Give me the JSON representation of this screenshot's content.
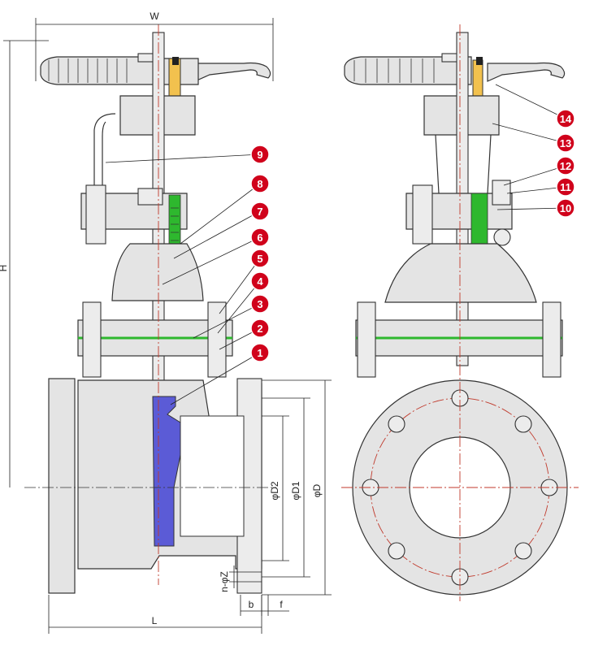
{
  "colors": {
    "balloon": "#d0021b",
    "stem_yellow": "#f2c14e",
    "packing_green": "#2eb82e",
    "disc_blue": "#5b5bd6",
    "centerline_red": "#c0392b",
    "body_gray": "#e4e4e4"
  },
  "dimensions": {
    "W": "W",
    "H": "H",
    "L": "L",
    "D": "φD",
    "D1": "φD1",
    "D2": "φD2",
    "nZ": "n-φZ",
    "b": "b",
    "f": "f"
  },
  "parts": {
    "p1": "1",
    "p2": "2",
    "p3": "3",
    "p4": "4",
    "p5": "5",
    "p6": "6",
    "p7": "7",
    "p8": "8",
    "p9": "9",
    "p10": "10",
    "p11": "11",
    "p12": "12",
    "p13": "13",
    "p14": "14"
  }
}
